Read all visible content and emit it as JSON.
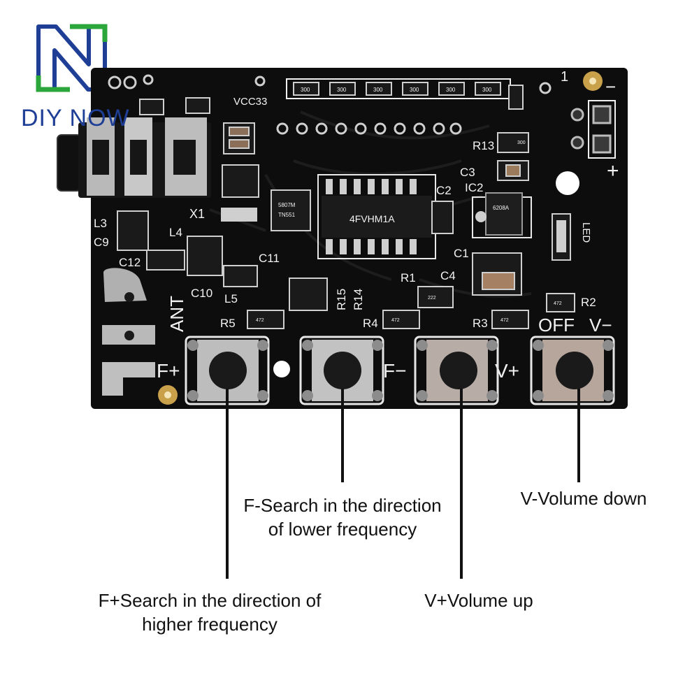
{
  "brand": {
    "logo_text": "DIY NOW",
    "colors": {
      "blue": "#1f3f97",
      "green": "#2aa63a"
    }
  },
  "board": {
    "silkscreen": {
      "vcc": "VCC33",
      "x1": "X1",
      "l3": "L3",
      "c9": "C9",
      "l4": "L4",
      "c12": "C12",
      "c11": "C11",
      "c10": "C10",
      "l5": "L5",
      "ant": "ANT",
      "r15": "R15",
      "r14": "R14",
      "r5": "R5",
      "r4": "R4",
      "r3": "R3",
      "r2": "R2",
      "r1": "R1",
      "r13": "R13",
      "c1": "C1",
      "c2": "C2",
      "c3": "C3",
      "c4": "C4",
      "ic2": "IC2",
      "led": "LED",
      "off": "OFF",
      "pin1": "1",
      "minus": "−",
      "plus": "+",
      "chip_main": "4FVHM1A",
      "chip_small": "5807M",
      "chip_small2": "TN551",
      "reg": "6208A",
      "res_code": "300",
      "res_code2": "472",
      "res_code3": "222"
    },
    "buttons": [
      {
        "label": "F+"
      },
      {
        "label": "F−"
      },
      {
        "label": "V+"
      },
      {
        "label": "V−"
      }
    ]
  },
  "callouts": {
    "f_plus": [
      "F+Search in the direction of",
      "higher frequency"
    ],
    "f_minus": [
      "F-Search in the direction",
      "of lower frequency"
    ],
    "v_plus": [
      "V+Volume up"
    ],
    "v_minus": [
      "V-Volume down"
    ]
  }
}
